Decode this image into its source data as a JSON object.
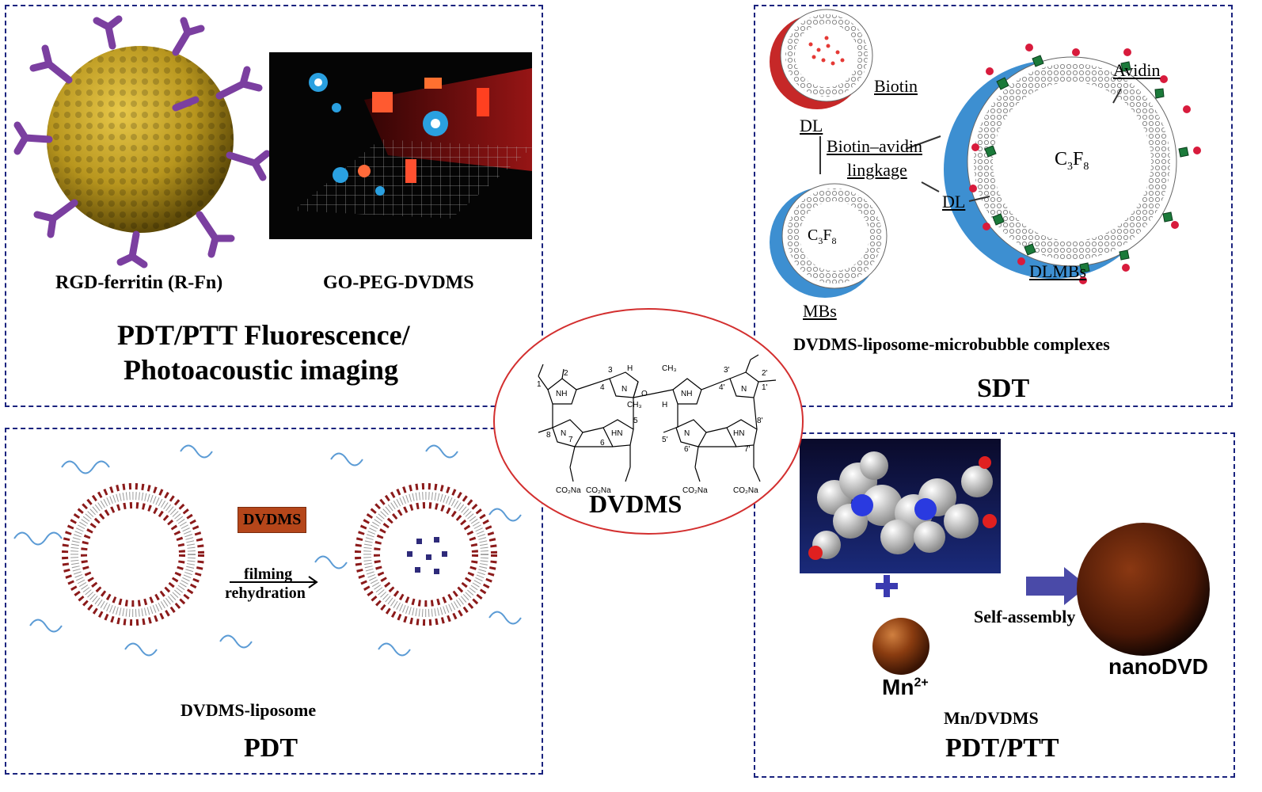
{
  "center": {
    "molecule_name": "DVDMS",
    "atom_labels": [
      "NH",
      "N",
      "N",
      "HN",
      "NH",
      "N",
      "N",
      "HN",
      "O",
      "H",
      "H",
      "CH3",
      "CH3",
      "CO2Na",
      "CO2Na",
      "CO2Na",
      "CO2Na"
    ],
    "locants": [
      "1",
      "2",
      "3",
      "4",
      "5",
      "6",
      "7",
      "8",
      "1'",
      "2'",
      "3'",
      "4'",
      "5'",
      "6'",
      "7'",
      "8'"
    ]
  },
  "top_left": {
    "label_rfn": "RGD-ferritin (R-Fn)",
    "label_go": "GO-PEG-DVDMS",
    "title_line1": "PDT/PTT Fluorescence/",
    "title_line2": "Photoacoustic imaging"
  },
  "top_right": {
    "biotin": "Biotin",
    "avidin": "Avidin",
    "dl_top": "DL",
    "linkage_line1": "Biotin–avidin",
    "linkage_line2": "lingkage",
    "dl_right": "DL",
    "mbs": "MBs",
    "dlmbs": "DLMBs",
    "gas": "C",
    "gas_sub1": "3",
    "gas_mid": "F",
    "gas_sub2": "8",
    "caption": "DVDMS-liposome-microbubble complexes",
    "title": "SDT"
  },
  "bottom_left": {
    "drug_box": "DVDMS",
    "arrow_line1": "filming",
    "arrow_line2": "rehydration",
    "caption": "DVDMS-liposome",
    "title": "PDT"
  },
  "bottom_right": {
    "self_assembly": "Self-assembly",
    "ion": "Mn",
    "ion_charge": "2+",
    "product": "nanoDVD",
    "caption": "Mn/DVDMS",
    "title": "PDT/PTT"
  },
  "colors": {
    "panel_border": "#1a237e",
    "ellipse": "#d32f2f",
    "ferritin": "#b8961e",
    "rgd": "#7b3fa0",
    "membrane_blue": "#3d8fd1",
    "drug_box": "#b5461a",
    "arrow": "#4a4aa8",
    "nano": "#6b2a0c"
  }
}
